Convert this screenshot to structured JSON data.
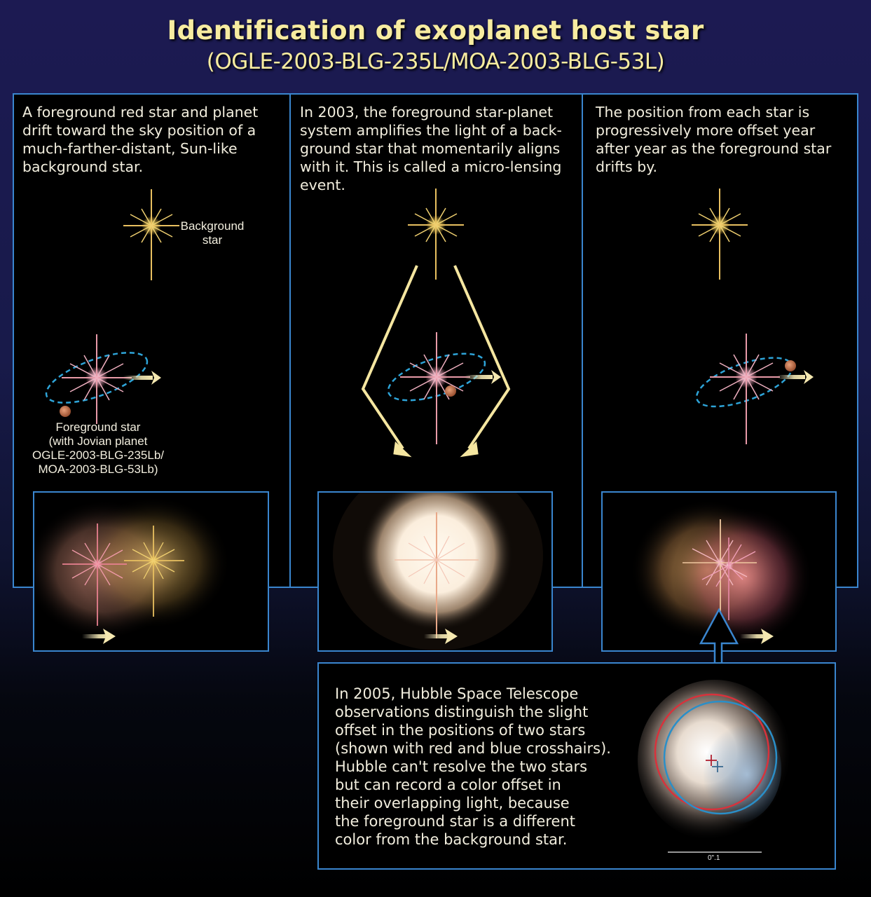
{
  "header": {
    "title": "Identification of exoplanet host star",
    "subtitle": "(OGLE-2003-BLG-235L/MOA-2003-BLG-53L)"
  },
  "panels": [
    {
      "id": "panel-1",
      "text": "A foreground red star and planet\ndrift toward the sky position of a\nmuch-farther-distant, Sun-like\nbackground star.",
      "labels": {
        "background_star": "Background\nstar",
        "foreground_star": "Foreground  star\n(with Jovian planet\nOGLE-2003-BLG-235Lb/\nMOA-2003-BLG-53Lb)"
      }
    },
    {
      "id": "panel-2",
      "text": "In 2003, the foreground star-planet\nsystem amplifies the light of a back-\nground star that momentarily aligns\nwith it. This is called a micro-lensing\nevent."
    },
    {
      "id": "panel-3",
      "text": "The position from each star is\nprogressively more offset year\nafter year as the foreground star\ndrifts by."
    }
  ],
  "hubble_panel": {
    "text": "In 2005, Hubble Space Telescope\nobservations distinguish the slight\noffset in the positions of two stars\n(shown with red and blue crosshairs).\nHubble can't resolve the two stars\nbut can record a color offset in\ntheir overlapping light, because\nthe foreground star is a different\ncolor from the background star.",
    "scale_label": "0\".1"
  },
  "colors": {
    "border_blue": "#3a86cf",
    "title_yellow": "#f7eca0",
    "orbit_cyan": "#2ea4d8",
    "crosshair_red": "#d8323c",
    "crosshair_blue": "#2a8fc8",
    "background_star_gold": "#f0d060",
    "foreground_star_pink": "#e89aa8",
    "planet_brown": "#c0704a"
  }
}
